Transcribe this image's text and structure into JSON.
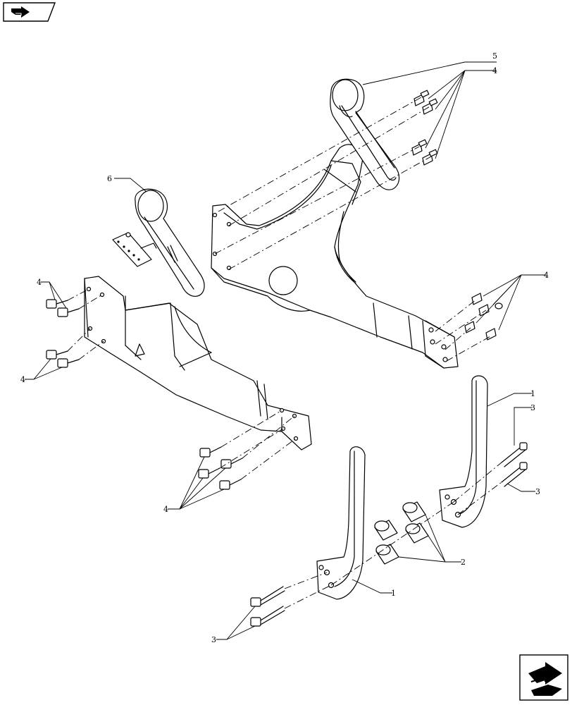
{
  "callouts": {
    "c1a": "1",
    "c1b": "1",
    "c2": "2",
    "c3a": "3",
    "c3b": "3",
    "c3c": "3",
    "c4a": "4",
    "c4b": "4",
    "c4c": "4",
    "c4d": "4",
    "c4e": "4",
    "c5": "5",
    "c6": "6"
  },
  "icons": {
    "top_left": "back-arrow-icon",
    "bottom_right": "next-page-arrow-icon"
  }
}
